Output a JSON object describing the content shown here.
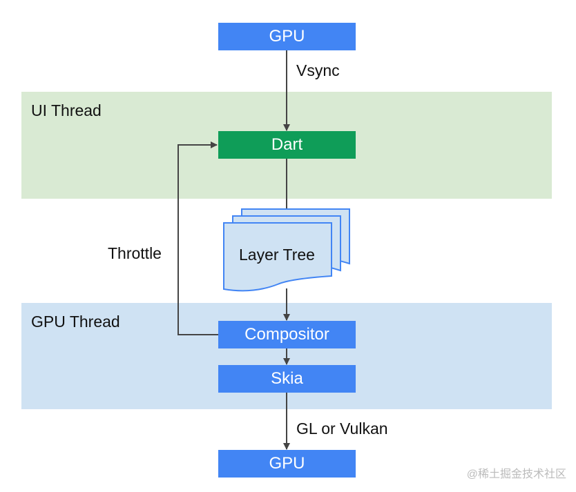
{
  "bands": {
    "ui_thread": "UI Thread",
    "gpu_thread": "GPU Thread"
  },
  "nodes": {
    "gpu_top": "GPU",
    "dart": "Dart",
    "layer_tree": "Layer Tree",
    "compositor": "Compositor",
    "skia": "Skia",
    "gpu_bottom": "GPU"
  },
  "edges": {
    "vsync": "Vsync",
    "throttle": "Throttle",
    "gl_or_vulkan": "GL or Vulkan"
  },
  "watermark": "@稀土掘金技术社区",
  "colors": {
    "node_blue": "#4285f4",
    "node_green": "#0f9d58",
    "ui_band": "#d9ead3",
    "gpu_band": "#cfe2f3",
    "layer_tree_fill": "#cfe2f3",
    "layer_tree_border": "#4285f4",
    "arrow": "#444444"
  }
}
